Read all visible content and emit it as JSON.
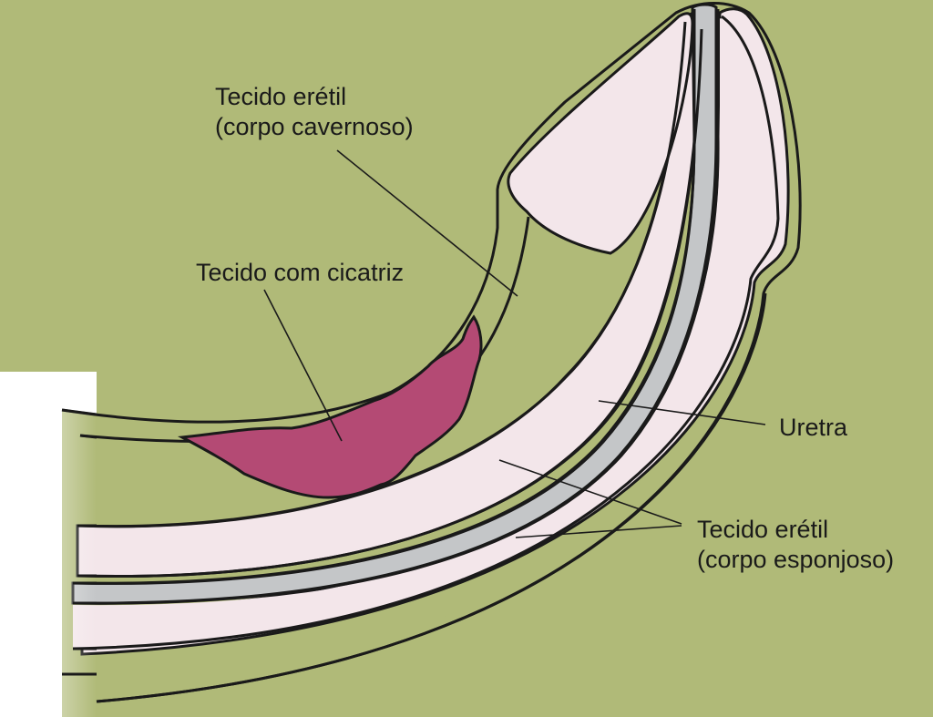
{
  "labels": {
    "corpo_cavernoso": {
      "line1": "Tecido erétil",
      "line2": "(corpo cavernoso)"
    },
    "cicatriz": "Tecido com cicatriz",
    "uretra": "Uretra",
    "corpo_esponjoso": {
      "line1": "Tecido erétil",
      "line2": "(corpo esponjoso)"
    }
  },
  "colors": {
    "background": "#b0ba78",
    "tissue": "#f3e6ea",
    "urethra": "#c4c6c8",
    "scar": "#b44a74",
    "outline": "#1a1a1a",
    "margin": "#ffffff"
  }
}
